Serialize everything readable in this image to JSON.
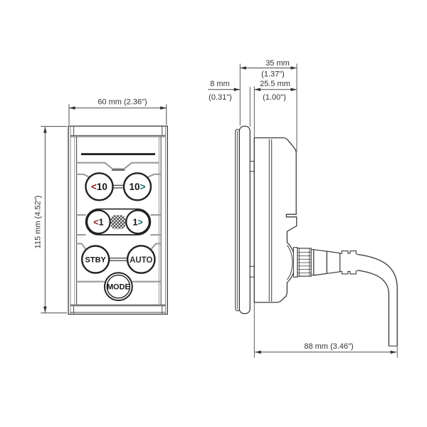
{
  "front_view": {
    "width_label": "60 mm (2.36\")",
    "height_label": "115 mm (4.52\")",
    "buttons": {
      "port10": {
        "arrow": "<",
        "value": "10"
      },
      "stbd10": {
        "value": "10",
        "arrow": ">"
      },
      "port1": {
        "arrow": "<",
        "value": "1"
      },
      "stbd1": {
        "value": "1",
        "arrow": ">"
      },
      "standby": "STBY",
      "auto": "AUTO",
      "mode": "MODE"
    }
  },
  "side_view": {
    "depth_total_mm": "35 mm",
    "depth_total_in": "(1.37\")",
    "bezel_depth_mm": "8 mm",
    "bezel_depth_in": "(0.31\")",
    "body_depth_mm": "25.5 mm",
    "body_depth_in": "(1.00\")",
    "overall_with_cable": "88 mm (3.46\")"
  },
  "colors": {
    "port_red": "#8f1d22",
    "starboard_teal": "#146a68",
    "auto_red": "#c30b17",
    "line": "#3d3d3d",
    "divider_gray": "#9a9a9a"
  }
}
